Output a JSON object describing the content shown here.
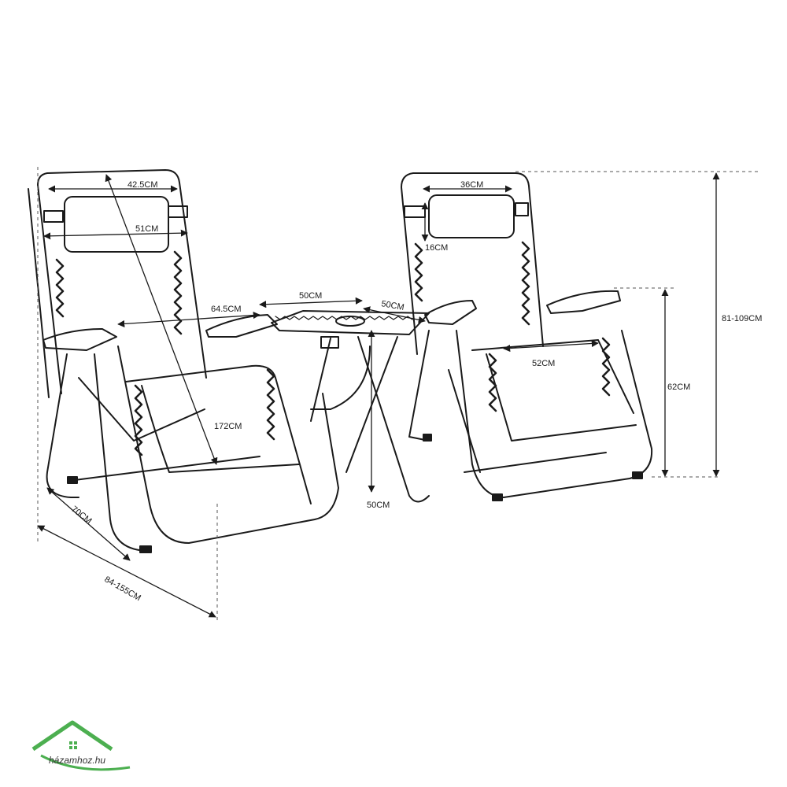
{
  "dimensions": {
    "headrest_width": "42.5CM",
    "seat_width": "51CM",
    "chair_length": "172CM",
    "armrest_height": "64.5CM",
    "depth": "70CM",
    "recline_length": "84-155CM",
    "table_width": "50CM",
    "table_depth": "50CM",
    "table_height": "50CM",
    "pillow_width": "36CM",
    "pillow_height": "16CM",
    "seat_depth": "52CM",
    "seat_height": "62CM",
    "total_height": "81-109CM"
  },
  "logo": {
    "text": "házamhoz.hu",
    "icon": "house-roof-icon",
    "color": "#4caf50"
  },
  "colors": {
    "line": "#1a1a1a",
    "dim_line": "#333333",
    "dash": "#555555",
    "logo_green": "#4caf50"
  }
}
